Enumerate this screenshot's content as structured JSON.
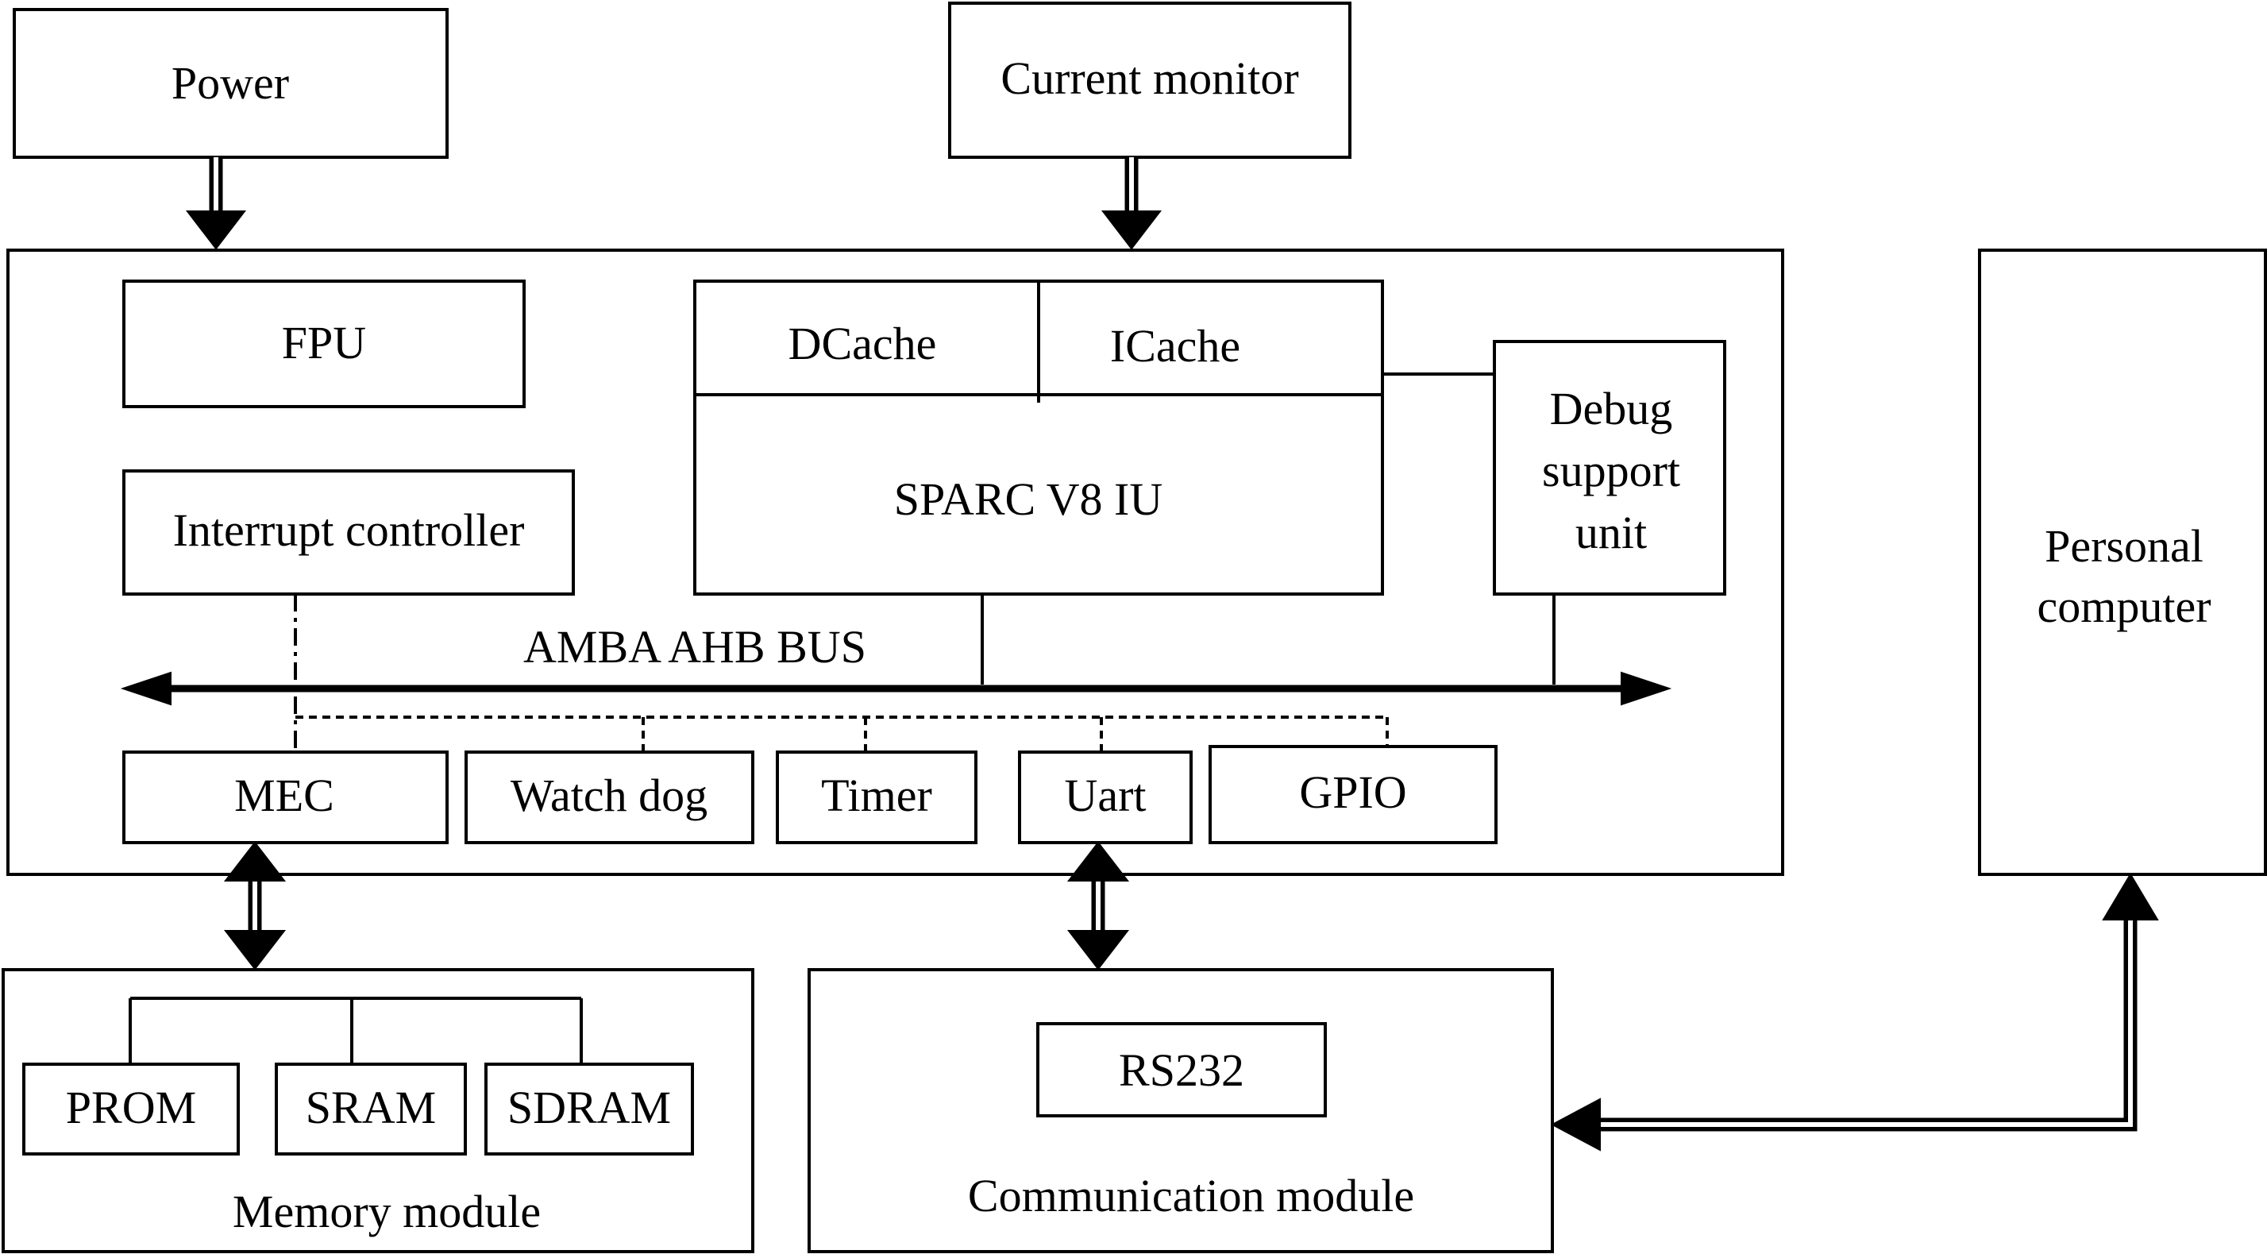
{
  "labels": {
    "power": "Power",
    "current_monitor": "Current monitor",
    "fpu": "FPU",
    "dcache": "DCache",
    "icache": "ICache",
    "sparc_iu": "SPARC V8 IU",
    "debug_line1": "Debug",
    "debug_line2": "support",
    "debug_line3": "unit",
    "interrupt_controller": "Interrupt controller",
    "amba_bus": "AMBA AHB BUS",
    "mec": "MEC",
    "watch_dog": "Watch dog",
    "timer": "Timer",
    "uart": "Uart",
    "gpio": "GPIO",
    "pc_line1": "Personal",
    "pc_line2": "computer",
    "prom": "PROM",
    "sram": "SRAM",
    "sdram": "SDRAM",
    "memory_module": "Memory module",
    "rs232": "RS232",
    "communication_module": "Communication module"
  }
}
